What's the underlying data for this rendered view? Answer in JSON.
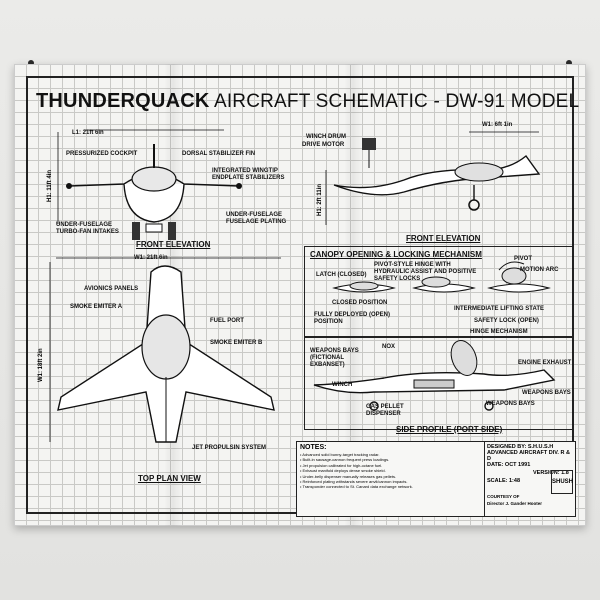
{
  "title": {
    "bold": "THUNDERQUACK",
    "rest": " AIRCRAFT SCHEMATIC - DW-91 MODEL"
  },
  "front_elevation_1": {
    "heading": "FRONT ELEVATION",
    "length": "L1: 21ft 6in",
    "height": "H1: 11ft 4in",
    "labels": [
      "PRESSURIZED COCKPIT",
      "DORSAL STABILIZER FIN",
      "INTEGRATED WINGTIP ENDPLATE STABILIZERS",
      "UNDER-FUSELAGE FUSELAGE PLATING",
      "UNDER-FUSELAGE TURBO-FAN INTAKES"
    ]
  },
  "front_elevation_2": {
    "heading": "FRONT ELEVATION",
    "width": "W1: 6ft 1in",
    "height": "H1: 2ft 11in",
    "labels": [
      "WINCH DRUM",
      "DRIVE MOTOR"
    ]
  },
  "top_plan": {
    "heading": "TOP PLAN VIEW",
    "width": "W1: 21ft 6in",
    "height": "W1: 18ft 2in",
    "labels": [
      "AVIONICS PANELS",
      "SMOKE EMITER A",
      "FUEL PORT",
      "SMOKE EMITER B",
      "JET PROPULSIN SYSTEM"
    ]
  },
  "canopy": {
    "heading": "CANOPY OPENING & LOCKING MECHANISM",
    "labels": [
      "LATCH (CLOSED)",
      "PIVOT-STYLE HINGE WITH HYDRAULIC ASSIST AND POSITIVE SAFETY LOCKS",
      "PIVOT",
      "MOTION ARC",
      "CLOSED POSITION",
      "INTERMEDIATE LIFTING STATE",
      "FULLY DEPLOYED (OPEN) POSITION",
      "SAFETY LOCK (OPEN)",
      "HINGE MECHANISM"
    ]
  },
  "side_profile": {
    "heading": "SIDE PROFILE (PORT SIDE)",
    "labels": [
      "WEAPONS BAYS (FICTIONAL EXBANSET)",
      "NOX",
      "WINCH",
      "GAS PELLET DISPENSER",
      "ENGINE EXHAUST",
      "WEAPONS BAYS",
      "WEAPONS BAYS"
    ]
  },
  "notes": {
    "heading": "NOTES:",
    "items": [
      "Advanced solid bunny-target tracking radar.",
      "Built-in sausage-cannon frequent press loadings.",
      "Jet propulsion calibrated for high-octane fuel.",
      "Exhaust manifold deploys dense smoke shield.",
      "Under-belly dispenser manually releases gas pellets.",
      "Reinforced plating withstands severe anvil/cannon impacts.",
      "Transponder connected to St. Canard data exchange network."
    ]
  },
  "title_block": {
    "designed_by": "DESIGNED BY: S.H.U.S.H ADVANCED AIRCRAFT DIV. R & D",
    "date": "DATE: OCT 1991",
    "version": "VERSION: 1.8",
    "scale": "SCALE: 1:48",
    "approval": "COURTESY OF",
    "director": "Director J. Gander Hooter",
    "logo": "SHUSH"
  },
  "colors": {
    "ink": "#111111",
    "grid": "#c9c9c6",
    "paper": "#f4f4f2"
  }
}
